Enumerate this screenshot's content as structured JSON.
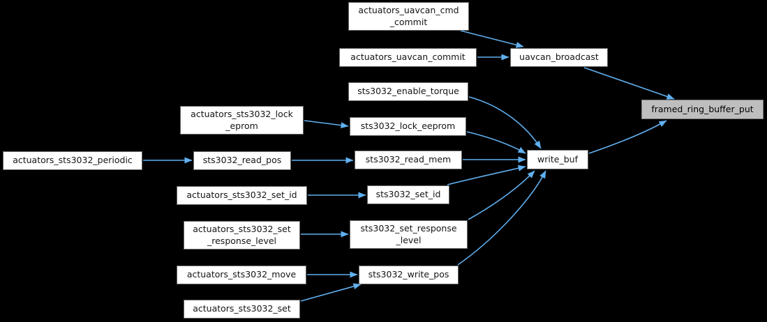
{
  "diagram": {
    "type": "call-graph",
    "background_color": "#000000",
    "edge_color": "#60b0f0",
    "node_fill_color": "#ffffff",
    "node_border_color": "#696969",
    "focus_node_fill_color": "#bebebe",
    "nodes": [
      {
        "id": "actuators_uavcan_cmd_commit",
        "label": "actuators_uavcan_cmd\n_commit",
        "focus": false
      },
      {
        "id": "actuators_uavcan_commit",
        "label": "actuators_uavcan_commit",
        "focus": false
      },
      {
        "id": "uavcan_broadcast",
        "label": "uavcan_broadcast",
        "focus": false
      },
      {
        "id": "sts3032_enable_torque",
        "label": "sts3032_enable_torque",
        "focus": false
      },
      {
        "id": "actuators_sts3032_lock_eprom",
        "label": "actuators_sts3032_lock\n_eprom",
        "focus": false
      },
      {
        "id": "sts3032_lock_eeprom",
        "label": "sts3032_lock_eeprom",
        "focus": false
      },
      {
        "id": "actuators_sts3032_periodic",
        "label": "actuators_sts3032_periodic",
        "focus": false
      },
      {
        "id": "sts3032_read_pos",
        "label": "sts3032_read_pos",
        "focus": false
      },
      {
        "id": "sts3032_read_mem",
        "label": "sts3032_read_mem",
        "focus": false
      },
      {
        "id": "write_buf",
        "label": "write_buf",
        "focus": false
      },
      {
        "id": "actuators_sts3032_set_id",
        "label": "actuators_sts3032_set_id",
        "focus": false
      },
      {
        "id": "sts3032_set_id",
        "label": "sts3032_set_id",
        "focus": false
      },
      {
        "id": "actuators_sts3032_set_response_level",
        "label": "actuators_sts3032_set\n_response_level",
        "focus": false
      },
      {
        "id": "sts3032_set_response_level",
        "label": "sts3032_set_response\n_level",
        "focus": false
      },
      {
        "id": "actuators_sts3032_move",
        "label": "actuators_sts3032_move",
        "focus": false
      },
      {
        "id": "sts3032_write_pos",
        "label": "sts3032_write_pos",
        "focus": false
      },
      {
        "id": "actuators_sts3032_set",
        "label": "actuators_sts3032_set",
        "focus": false
      },
      {
        "id": "framed_ring_buffer_put",
        "label": "framed_ring_buffer_put",
        "focus": true
      }
    ],
    "edges": [
      {
        "from": "actuators_uavcan_cmd_commit",
        "to": "uavcan_broadcast"
      },
      {
        "from": "actuators_uavcan_commit",
        "to": "uavcan_broadcast"
      },
      {
        "from": "uavcan_broadcast",
        "to": "framed_ring_buffer_put"
      },
      {
        "from": "sts3032_enable_torque",
        "to": "write_buf"
      },
      {
        "from": "actuators_sts3032_lock_eprom",
        "to": "sts3032_lock_eeprom"
      },
      {
        "from": "sts3032_lock_eeprom",
        "to": "write_buf"
      },
      {
        "from": "actuators_sts3032_periodic",
        "to": "sts3032_read_pos"
      },
      {
        "from": "sts3032_read_pos",
        "to": "sts3032_read_mem"
      },
      {
        "from": "sts3032_read_mem",
        "to": "write_buf"
      },
      {
        "from": "actuators_sts3032_set_id",
        "to": "sts3032_set_id"
      },
      {
        "from": "sts3032_set_id",
        "to": "write_buf"
      },
      {
        "from": "actuators_sts3032_set_response_level",
        "to": "sts3032_set_response_level"
      },
      {
        "from": "sts3032_set_response_level",
        "to": "write_buf"
      },
      {
        "from": "actuators_sts3032_move",
        "to": "sts3032_write_pos"
      },
      {
        "from": "actuators_sts3032_set",
        "to": "sts3032_write_pos"
      },
      {
        "from": "sts3032_write_pos",
        "to": "write_buf"
      },
      {
        "from": "write_buf",
        "to": "framed_ring_buffer_put"
      }
    ]
  }
}
